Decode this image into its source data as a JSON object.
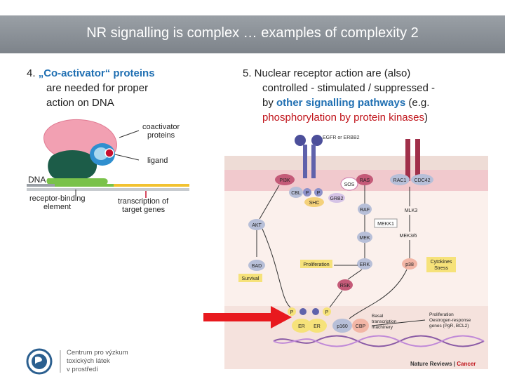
{
  "slide": {
    "title": "NR signalling is complex … examples of complexity 2"
  },
  "left_point": {
    "number": "4.",
    "highlight": "„Co-activator“ proteins",
    "rest_line1": "are needed for proper",
    "rest_line2": "action on DNA"
  },
  "right_point": {
    "line1": "5. Nuclear receptor action are (also)",
    "line2": "controlled - stimulated / suppressed -",
    "line3_prefix": "by ",
    "line3_highlight": "other signalling pathways",
    "line3_suffix": " (e.g.",
    "line4_highlight": "phosphorylation by protein kinases",
    "line4_suffix": ")"
  },
  "left_diagram": {
    "coactivator_line1": "coactivator",
    "coactivator_line2": "proteins",
    "ligand": "ligand",
    "dna": "DNA",
    "rbe_line1": "receptor-binding",
    "rbe_line2": "element",
    "tx_line1": "transcription of",
    "tx_line2": "target genes"
  },
  "right_diagram": {
    "egfr": "EGFR or ERBB2",
    "pi3k": "PI3K",
    "cbl": "CBL",
    "p": "P",
    "shc": "SHC",
    "sos": "SOS",
    "ras": "RAS",
    "grb2": "GRB2",
    "rac1": "RAC1",
    "cdc42": "CDC42",
    "akt": "AKT",
    "raf": "RAF",
    "mlk3": "MLK3",
    "mekk1": "MEKK1",
    "mek": "MEK",
    "mek36": "MEK3/6",
    "bad": "BAD",
    "survival": "Survival",
    "proliferation_box": "Proliferation",
    "erk": "ERK",
    "p38": "p38",
    "cytokines_line1": "Cytokines",
    "cytokines_line2": "Stress",
    "rsk": "RSK",
    "er": "ER",
    "p160": "p160",
    "cbp": "CBP",
    "basal_line1": "Basal",
    "basal_line2": "transcription",
    "basal_line3": "machinery",
    "out_line1": "Proliferation",
    "out_line2": "Oestrogen-response",
    "out_line3": "genes (PgR, BCL2)",
    "credit_main": "Nature Reviews",
    "credit_sep": " | ",
    "credit_sub": "Cancer"
  },
  "logo": {
    "line1": "Centrum pro výzkum",
    "line2": "toxických látek",
    "line3": "v prostředí"
  },
  "colors": {
    "title_bar": "#8a9097",
    "highlight_blue": "#1f6fb2",
    "highlight_red": "#c0141b",
    "arrow_red": "#e8191e"
  }
}
